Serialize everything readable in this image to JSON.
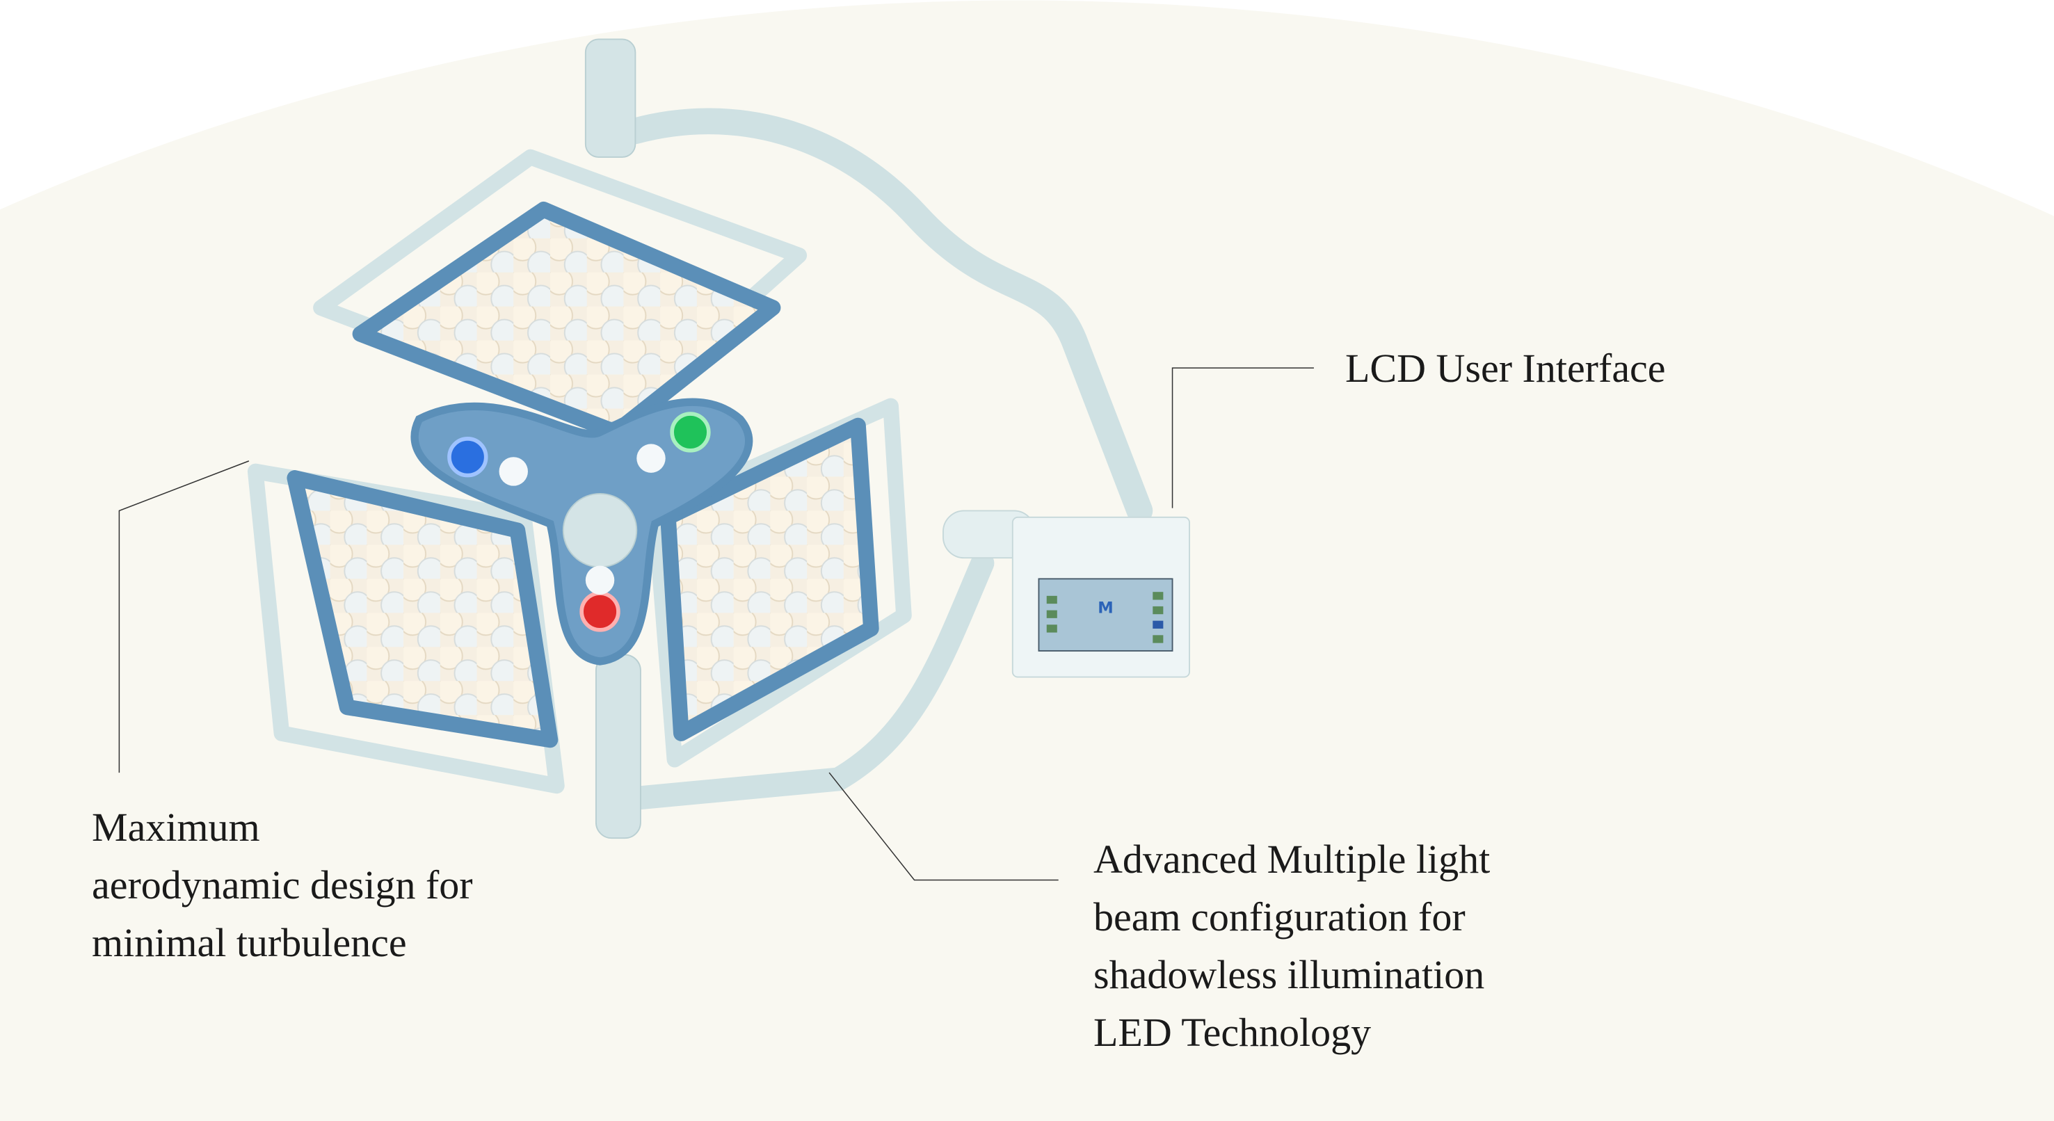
{
  "callouts": {
    "lcd": {
      "title": "LCD User Interface"
    },
    "aerodynamic": {
      "lines": [
        "Maximum",
        "aerodynamic design for",
        "minimal turbulence"
      ]
    },
    "beam": {
      "lines": [
        "Advanced Multiple light",
        "beam configuration for",
        "shadowless illumination",
        "LED Technology"
      ]
    }
  },
  "colors": {
    "background": "#f9f8f1",
    "frame": "#d6e6e8",
    "bezel": "#5b8fb8",
    "led_blue": "#2a6fe0",
    "led_green": "#1fc25a",
    "led_red": "#e02a2a",
    "leader_line": "#333333"
  }
}
